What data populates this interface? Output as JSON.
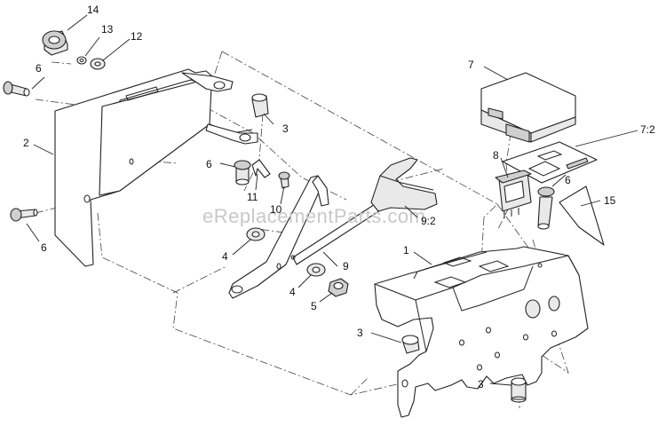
{
  "watermark": "eReplacementParts.com",
  "callouts": {
    "c14": "14",
    "c13": "13",
    "c12": "12",
    "c6a": "6",
    "c6b": "6",
    "c6c": "6",
    "c6d": "6",
    "c2": "2",
    "c3a": "3",
    "c3b": "3",
    "c3c": "3",
    "c11": "11",
    "c10": "10",
    "c4a": "4",
    "c4b": "4",
    "c5": "5",
    "c9": "9",
    "c92": "9:2",
    "c7": "7",
    "c72": "7:2",
    "c8": "8",
    "c15": "15",
    "c1": "1"
  }
}
